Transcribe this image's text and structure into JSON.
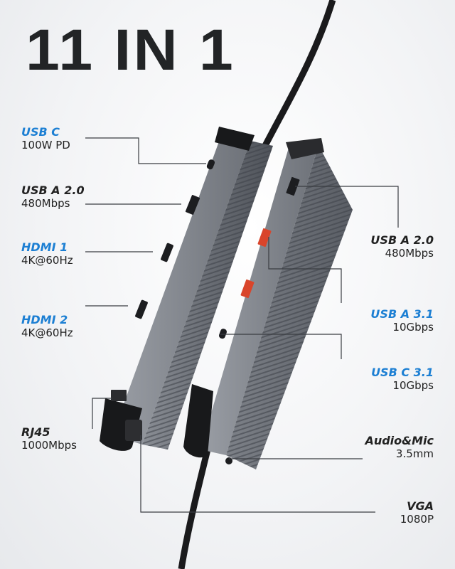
{
  "headline": "11 IN 1",
  "colors": {
    "accent_blue": "#1c7fd3",
    "text_dark": "#222222",
    "body_gray": "#5d6168"
  },
  "left_labels": [
    {
      "name": "USB C",
      "spec": "100W PD",
      "color": "blue"
    },
    {
      "name": "USB A 2.0",
      "spec": "480Mbps",
      "color": "dark"
    },
    {
      "name": "HDMI 1",
      "spec": "4K@60Hz",
      "color": "blue"
    },
    {
      "name": "HDMI 2",
      "spec": "4K@60Hz",
      "color": "blue"
    },
    {
      "name": "RJ45",
      "spec": "1000Mbps",
      "color": "dark"
    }
  ],
  "right_labels": [
    {
      "name": "USB A 2.0",
      "spec": "480Mbps",
      "color": "dark"
    },
    {
      "name": "USB A 3.1",
      "spec": "10Gbps",
      "color": "blue"
    },
    {
      "name": "USB C 3.1",
      "spec": "10Gbps",
      "color": "blue"
    },
    {
      "name": "Audio&Mic",
      "spec": "3.5mm",
      "color": "dark"
    },
    {
      "name": "VGA",
      "spec": "1080P",
      "color": "dark"
    }
  ]
}
